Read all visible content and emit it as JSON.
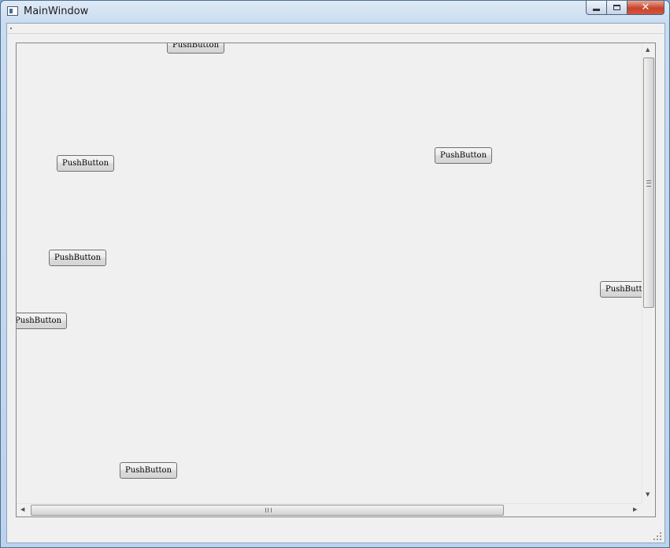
{
  "window": {
    "title": "MainWindow",
    "caption_close_glyph": "✕"
  },
  "buttons": [
    {
      "label": "PushButton"
    },
    {
      "label": "PushButton"
    },
    {
      "label": "PushButton"
    },
    {
      "label": "PushButton"
    },
    {
      "label": "PushButton"
    },
    {
      "label": "PushButton"
    },
    {
      "label": "PushButton"
    }
  ],
  "icons": {
    "app": "app-window-icon",
    "minimize": "minimize-icon",
    "maximize": "maximize-icon",
    "close": "close-icon",
    "up": "arrow-up-icon",
    "down": "arrow-down-icon",
    "left": "arrow-left-icon",
    "right": "arrow-right-icon"
  },
  "arrows": {
    "up": "▲",
    "down": "▼",
    "left": "◀",
    "right": "▶"
  },
  "colors": {
    "close_button": "#c8432b",
    "client_bg": "#f0f0f0"
  }
}
